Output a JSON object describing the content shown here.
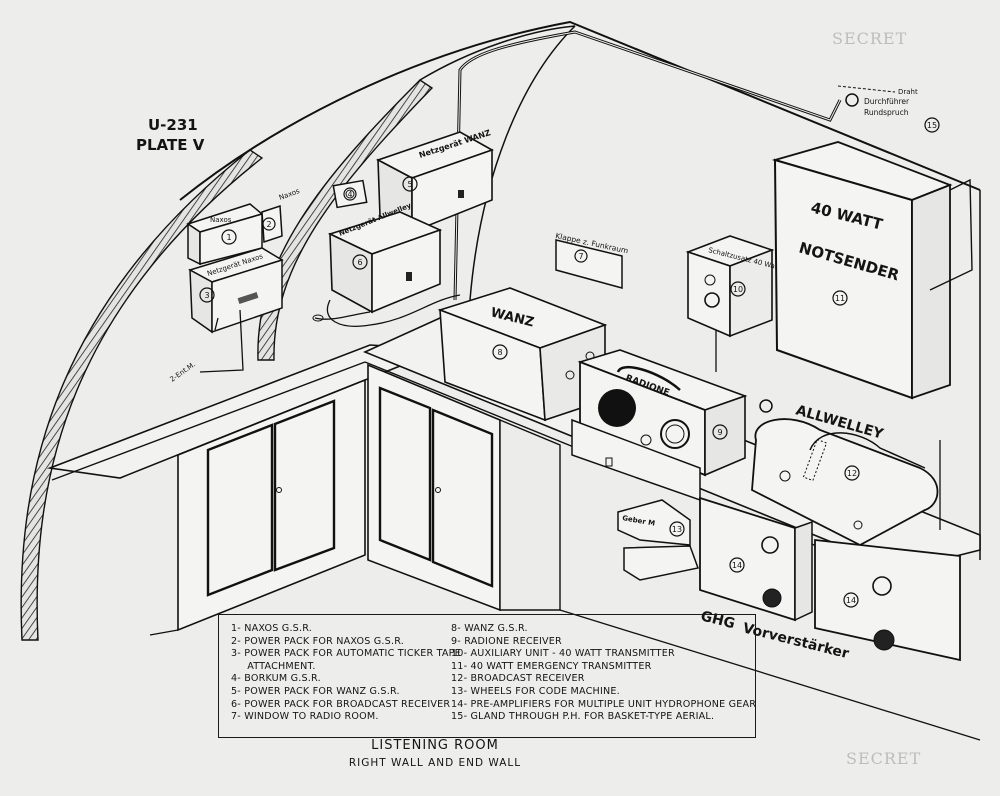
{
  "secret_marks": {
    "top": "SECRET",
    "bottom": "SECRET"
  },
  "header": {
    "boat": "U-231",
    "plate": "PLATE V"
  },
  "labels": {
    "naxos_small": "Naxos",
    "naxos_cable": "Naxos",
    "naxos_pack": "Netzgerät Naxos",
    "wanz_pack": "Netzgerät WANZ",
    "allwelley_pack": "Netzgerät Allwelley",
    "window": "Klappe z. Funkraum",
    "aux": "Schaltzusatz 40 Watt",
    "transmitter_line1": "40 WATT",
    "transmitter_line2": "NOTSENDER",
    "wanz": "WANZ",
    "radione": "RADIONE",
    "allwelley": "ALLWELLEY",
    "aerial_a": "Durchführer",
    "aerial_b": "Rundspruch",
    "aerial_c": "Draht",
    "borkum_lead": "2-Ent.M.",
    "wheels": "Geber M",
    "ghg_1": "GHG",
    "ghg_2": "Vorverstärker"
  },
  "numbers": [
    "1",
    "2",
    "3",
    "4",
    "5",
    "6",
    "7",
    "8",
    "9",
    "10",
    "11",
    "12",
    "13",
    "14",
    "15"
  ],
  "legend_left": [
    "1- NAXOS G.S.R.",
    "2- POWER PACK FOR NAXOS G.S.R.",
    "3- POWER PACK FOR AUTOMATIC TICKER TAPE",
    "     ATTACHMENT.",
    "4- BORKUM G.S.R.",
    "5- POWER PACK FOR WANZ G.S.R.",
    "6- POWER PACK FOR BROADCAST RECEIVER",
    "7- WINDOW TO RADIO ROOM."
  ],
  "legend_right": [
    "8- WANZ G.S.R.",
    "9- RADIONE RECEIVER",
    "10- AUXILIARY UNIT - 40 WATT TRANSMITTER",
    "11- 40 WATT EMERGENCY TRANSMITTER",
    "12- BROADCAST RECEIVER",
    "13- WHEELS FOR CODE MACHINE.",
    "14- PRE-AMPLIFIERS FOR MULTIPLE UNIT HYDROPHONE GEAR",
    "15- GLAND THROUGH P.H. FOR BASKET-TYPE AERIAL."
  ],
  "caption": {
    "title": "LISTENING ROOM",
    "subtitle": "RIGHT WALL AND END WALL"
  }
}
